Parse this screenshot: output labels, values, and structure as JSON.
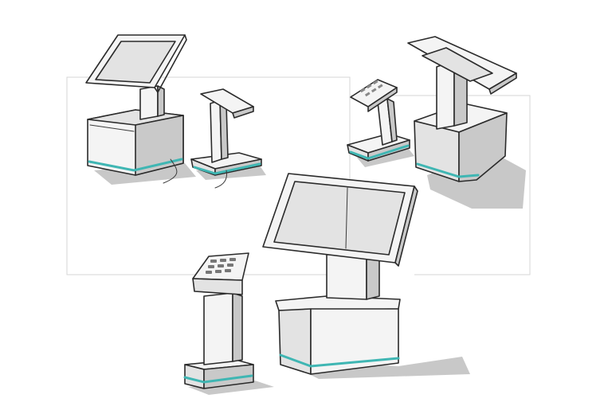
{
  "image": {
    "subject": "kiosk-concept-sketches",
    "accent_color": "#3fb6b3",
    "ink_color": "#2b2b2b",
    "background_color": "#ffffff"
  },
  "sketches": [
    {
      "name": "kiosk-large-touchscreen-top-left"
    },
    {
      "name": "kiosk-small-angled-top-center"
    },
    {
      "name": "kiosk-keypad-top-right-small"
    },
    {
      "name": "kiosk-large-back-view-top-right"
    },
    {
      "name": "kiosk-keypad-pedestal-bottom-left"
    },
    {
      "name": "kiosk-large-touchscreen-center"
    }
  ]
}
